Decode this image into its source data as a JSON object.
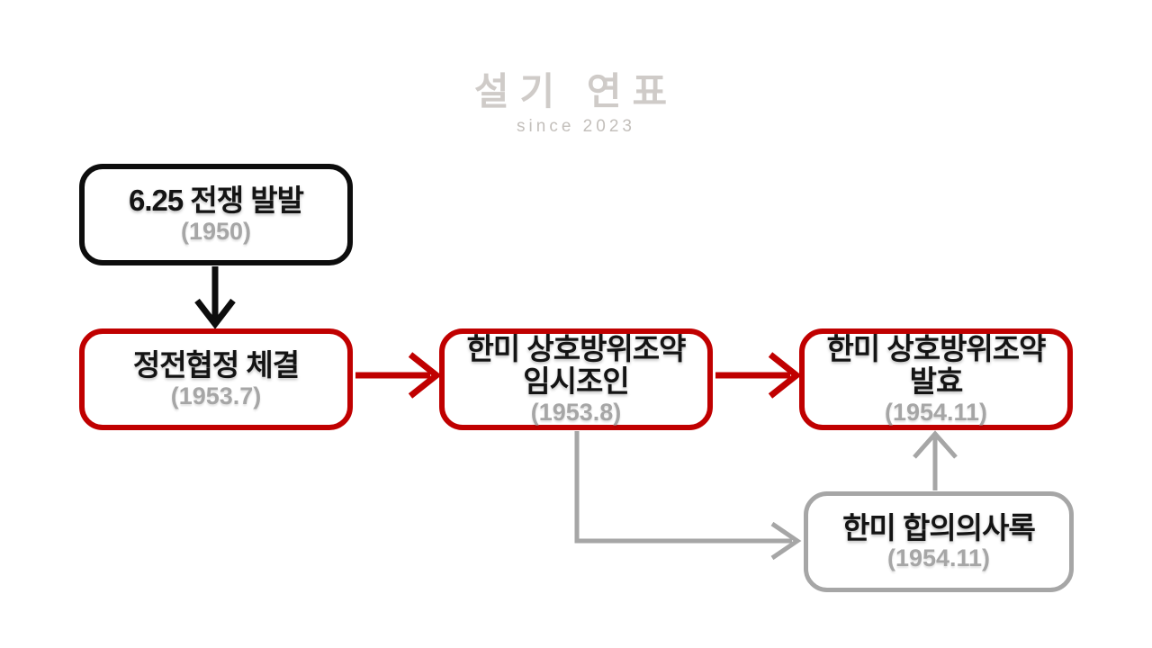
{
  "watermark": {
    "title": "설기 연표",
    "subtitle": "since 2023"
  },
  "colors": {
    "black": "#0d0d0d",
    "red": "#c00000",
    "gray": "#a6a6a6",
    "year_text": "#a6a6a6",
    "watermark_gray": "#c7c3bf"
  },
  "diagram": {
    "type": "flowchart",
    "nodes": [
      {
        "id": "war-outbreak",
        "title": "6.25 전쟁 발발",
        "year": "(1950)",
        "border": "black"
      },
      {
        "id": "armistice",
        "title": "정전협정 체결",
        "year": "(1953.7)",
        "border": "red"
      },
      {
        "id": "treaty-initialing",
        "title": "한미 상호방위조약",
        "title2": "임시조인",
        "year": "(1953.8)",
        "border": "red"
      },
      {
        "id": "treaty-effective",
        "title": "한미 상호방위조약",
        "title2": "발효",
        "year": "(1954.11)",
        "border": "red"
      },
      {
        "id": "agreed-minutes",
        "title": "한미 합의의사록",
        "year": "(1954.11)",
        "border": "gray"
      }
    ],
    "edges": [
      {
        "from": "war-outbreak",
        "to": "armistice",
        "color": "black"
      },
      {
        "from": "armistice",
        "to": "treaty-initialing",
        "color": "red"
      },
      {
        "from": "treaty-initialing",
        "to": "treaty-effective",
        "color": "red"
      },
      {
        "from": "treaty-initialing",
        "to": "agreed-minutes",
        "color": "gray"
      },
      {
        "from": "agreed-minutes",
        "to": "treaty-effective",
        "color": "gray"
      }
    ]
  }
}
